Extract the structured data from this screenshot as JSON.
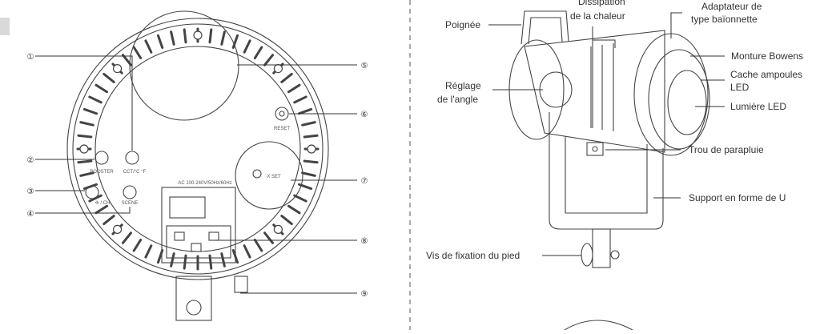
{
  "left_panel": {
    "callouts": [
      "①",
      "②",
      "③",
      "④",
      "⑤",
      "⑥",
      "⑦",
      "⑧",
      "⑨"
    ],
    "buttons": {
      "booster": "BOOSTER",
      "cct": "CCT/°C °F",
      "ch": "✣ / CH",
      "scene": "SCENE",
      "reset": "RESET",
      "xset": "X SET"
    },
    "power_rating": "AC 100-240V/50Hz/60Hz"
  },
  "right_panel": {
    "labels": {
      "handle": "Poignée",
      "heat_1": "Dissipation",
      "heat_2": "de la chaleur",
      "bayonet_1": "Adaptateur de",
      "bayonet_2": "type baïonnette",
      "bowens": "Monture Bowens",
      "angle_1": "Réglage",
      "angle_2": "de l'angle",
      "led_cover_1": "Cache ampoules",
      "led_cover_2": "LED",
      "led_light": "Lumière LED",
      "umbrella": "Trou de parapluie",
      "ubracket": "Support en forme de U",
      "foot_screw": "Vis de fixation du pied"
    }
  },
  "colors": {
    "line": "#333333",
    "device": "#444444",
    "divider": "#555555",
    "tab": "#d9d9d9"
  }
}
